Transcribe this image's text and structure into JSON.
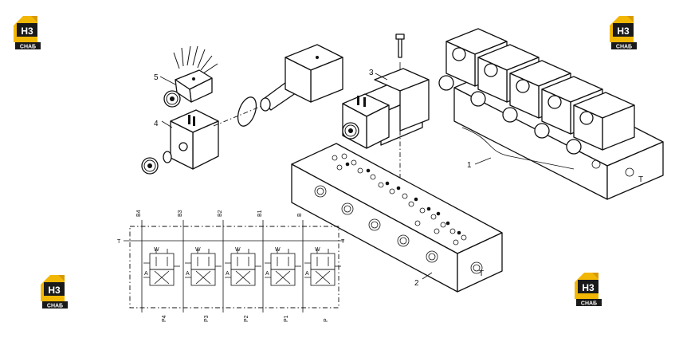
{
  "logo": {
    "mark": "H3",
    "caption": "СНАБ",
    "accent": "#f2b705",
    "dark": "#1a1a1a"
  },
  "callouts": [
    "1",
    "2",
    "3",
    "4",
    "5"
  ],
  "manifold_port": "T",
  "schematic": {
    "top_ports": [
      "B4",
      "B3",
      "B2",
      "B1",
      "B"
    ],
    "bottom_ports": [
      "P4",
      "P3",
      "P2",
      "P1",
      "P"
    ],
    "side_port": "T",
    "solenoid_letter": "W",
    "side_letter": "A"
  }
}
